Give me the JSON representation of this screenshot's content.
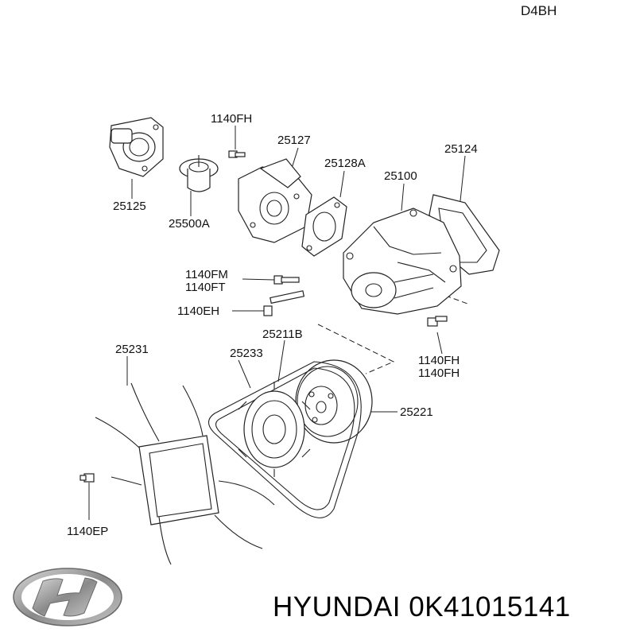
{
  "engine_code": "D4BH",
  "parts": [
    {
      "id": "p25125",
      "label": "25125"
    },
    {
      "id": "p1140fh_top",
      "label": "1140FH"
    },
    {
      "id": "p25127",
      "label": "25127"
    },
    {
      "id": "p25128a",
      "label": "25128A"
    },
    {
      "id": "p25124",
      "label": "25124"
    },
    {
      "id": "p25100",
      "label": "25100"
    },
    {
      "id": "p25500a",
      "label": "25500A"
    },
    {
      "id": "p1140fm",
      "label": "1140FM"
    },
    {
      "id": "p1140ft",
      "label": "1140FT"
    },
    {
      "id": "p1140eh",
      "label": "1140EH"
    },
    {
      "id": "p25211b",
      "label": "25211B"
    },
    {
      "id": "p25231",
      "label": "25231"
    },
    {
      "id": "p25233",
      "label": "25233"
    },
    {
      "id": "p1140fh_a",
      "label": "1140FH"
    },
    {
      "id": "p1140fh_b",
      "label": "1140FH"
    },
    {
      "id": "p25221",
      "label": "25221"
    },
    {
      "id": "p1140ep",
      "label": "1140EP"
    }
  ],
  "caption": {
    "brand": "HYUNDAI",
    "part_number": "0K41015141",
    "text": "HYUNDAI 0K41015141"
  },
  "logo": {
    "name": "hyundai-logo-icon",
    "color": "#9a9a9a"
  }
}
